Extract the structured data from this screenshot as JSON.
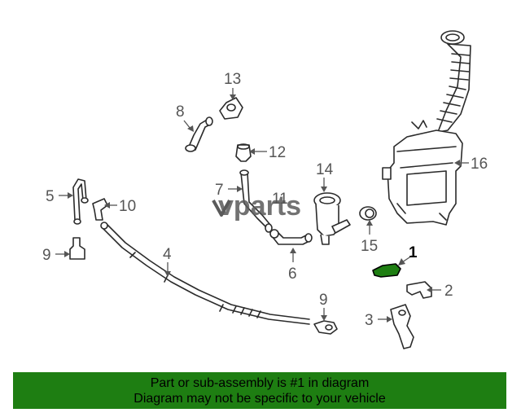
{
  "watermark": "vparts",
  "callouts": {
    "c1": "1",
    "c2": "2",
    "c3": "3",
    "c4": "4",
    "c5": "5",
    "c6": "6",
    "c7": "7",
    "c8": "8",
    "c9a": "9",
    "c9b": "9",
    "c10": "10",
    "c11": "11",
    "c12": "12",
    "c13": "13",
    "c14": "14",
    "c15": "15",
    "c16": "16"
  },
  "highlight_color": "#1e7e12",
  "banner": {
    "line1": "Part or sub-assembly is #1 in diagram",
    "line2": "Diagram may not be specific to your vehicle"
  }
}
